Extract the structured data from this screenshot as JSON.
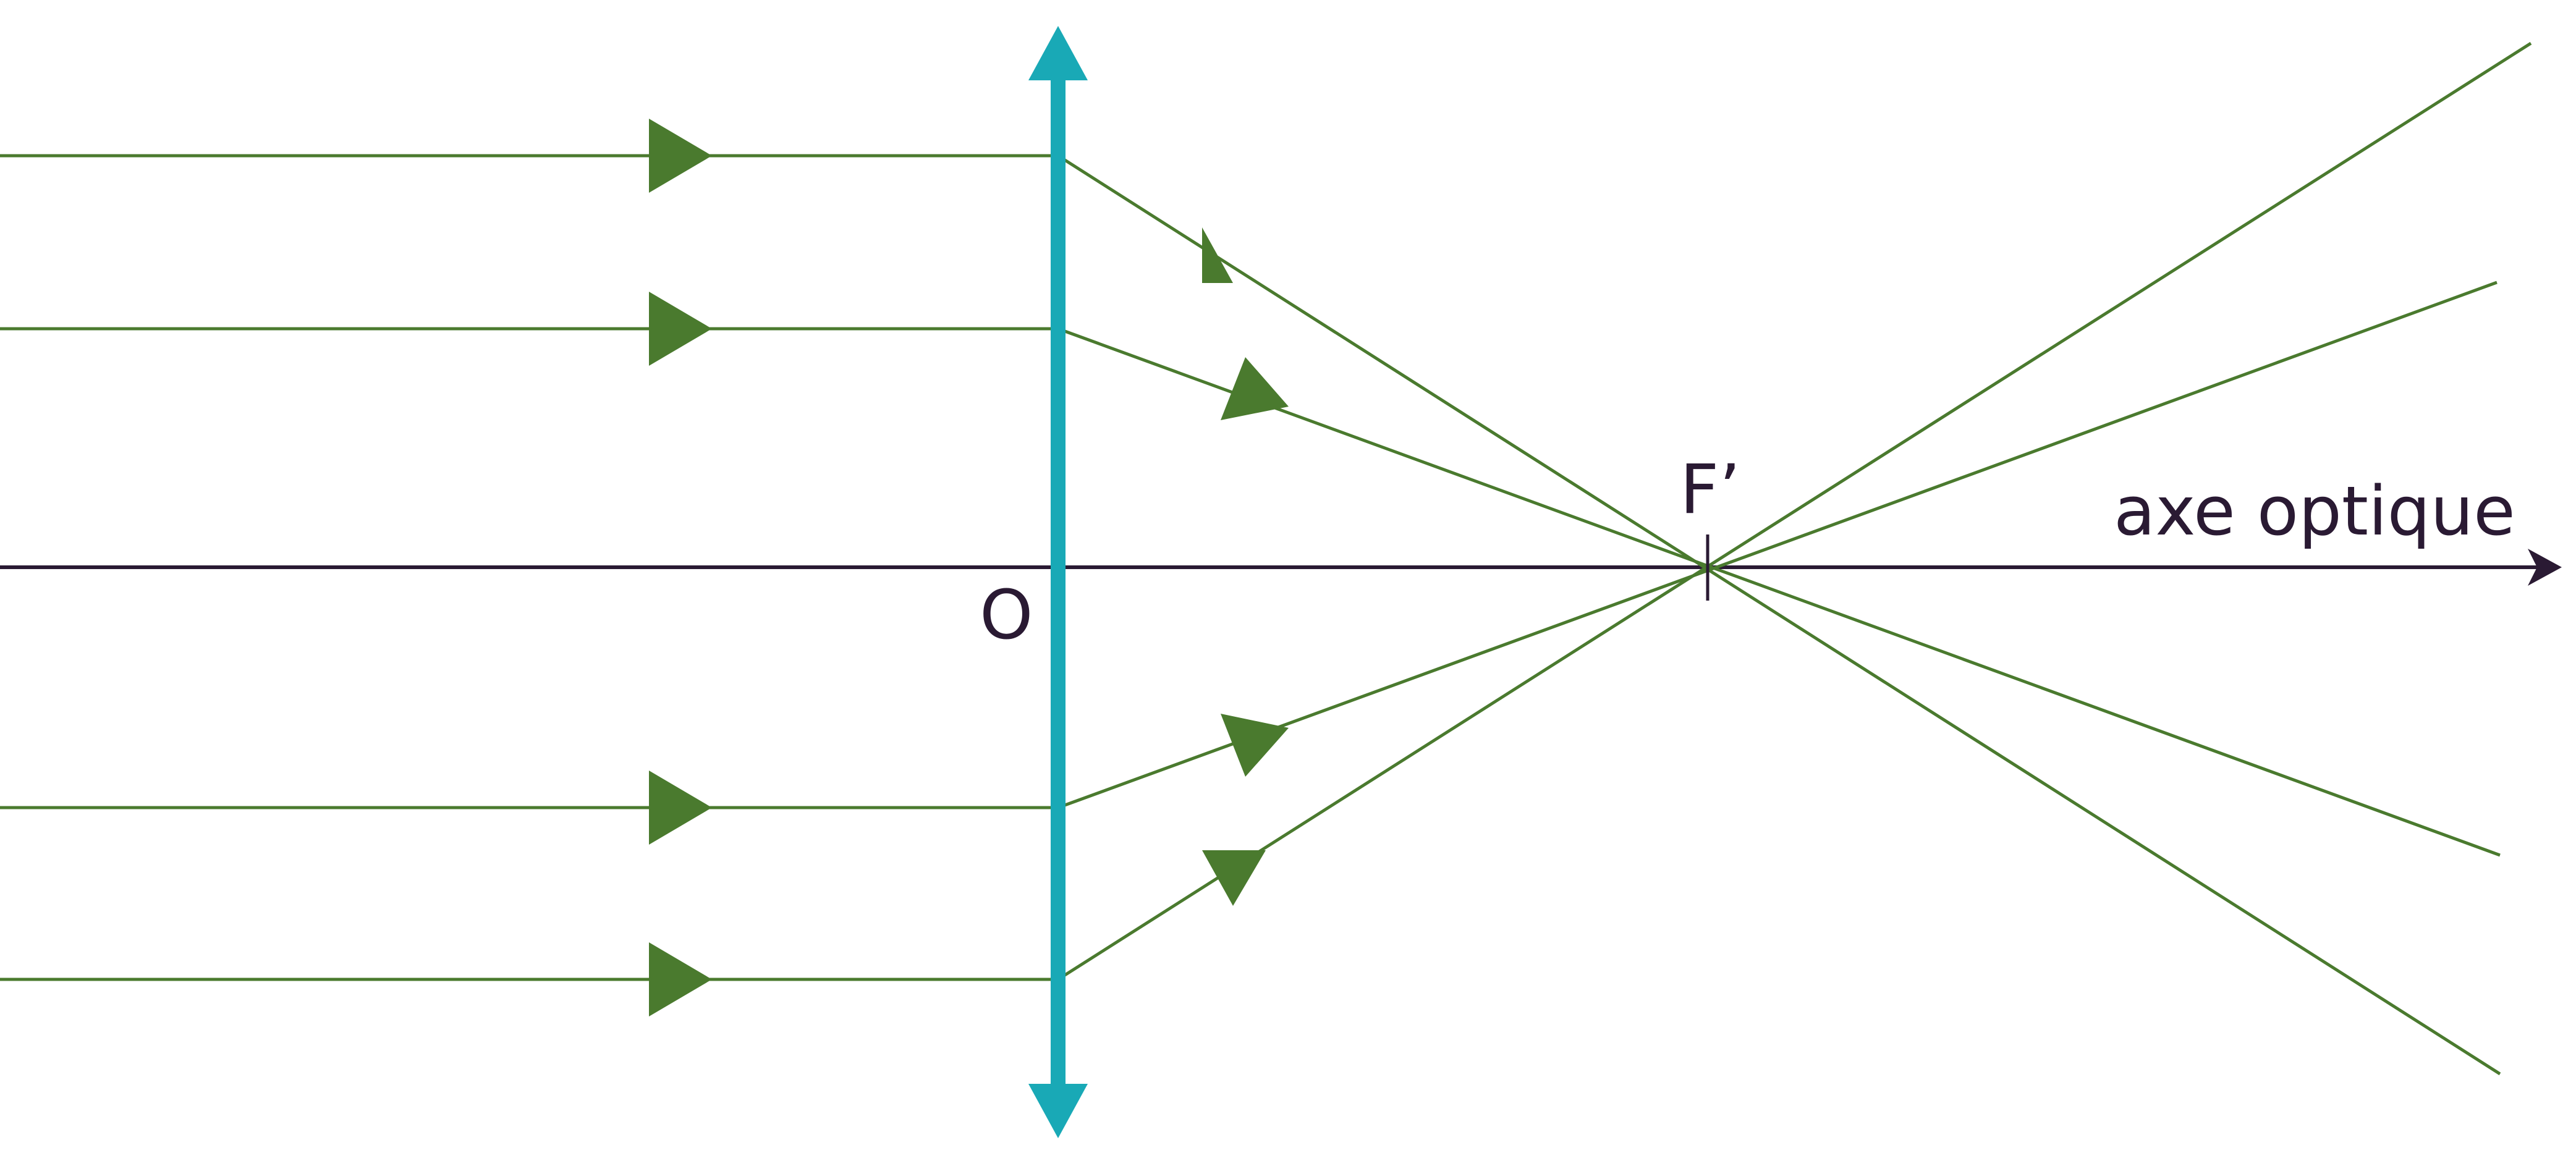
{
  "diagram": {
    "lens_center_label": "O",
    "focal_point_label": "F’",
    "axis_label": "axe optique",
    "rays": [
      {
        "name": "ray-1"
      },
      {
        "name": "ray-2"
      },
      {
        "name": "ray-3"
      },
      {
        "name": "ray-4"
      }
    ]
  },
  "colors": {
    "ray": "#4a7a2e",
    "lens": "#19a9b6",
    "axis": "#2a1a33",
    "background": "#ffffff"
  }
}
